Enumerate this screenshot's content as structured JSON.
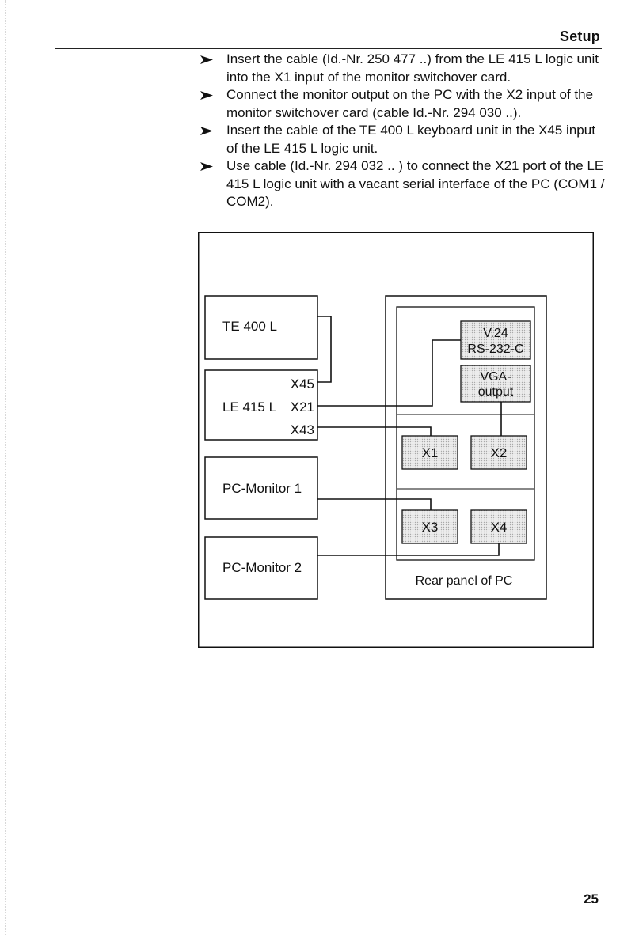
{
  "header": {
    "title": "Setup"
  },
  "steps": [
    "Insert the cable (Id.-Nr. 250 477 ..) from the LE 415 L logic unit into the X1 input of the monitor switchover card.",
    "Connect the monitor output on the PC with the X2 input of the monitor switchover card (cable Id.-Nr. 294 030 ..).",
    "Insert the cable of the TE 400 L keyboard unit in the X45 input of the LE 415 L logic unit.",
    "Use cable (Id.-Nr. 294 032 .. ) to connect the X21 port of the LE 415 L logic unit with a vacant serial interface of the PC (COM1 / COM2)."
  ],
  "diagram": {
    "te400": "TE 400 L",
    "le415": "LE 415 L",
    "ports": {
      "x45": "X45",
      "x21": "X21",
      "x43": "X43"
    },
    "monitor1": "PC-Monitor 1",
    "monitor2": "PC-Monitor 2",
    "serial_line1": "V.24",
    "serial_line2": "RS-232-C",
    "vga_line1": "VGA-",
    "vga_line2": "output",
    "card_ports": {
      "x1": "X1",
      "x2": "X2",
      "x3": "X3",
      "x4": "X4"
    },
    "rear_panel_label": "Rear panel of PC"
  },
  "page_number": "25",
  "icons": {
    "bullet": "arrow-bullet-icon"
  },
  "colors": {
    "ink": "#111111",
    "shade": "#d6d6d6"
  }
}
